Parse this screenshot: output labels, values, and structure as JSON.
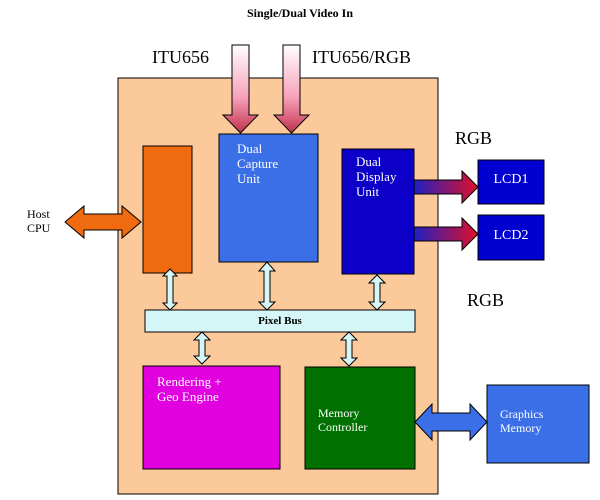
{
  "header": {
    "video_in_label": "Single/Dual Video In"
  },
  "inputs": {
    "left_label": "ITU656",
    "right_label": "ITU656/RGB"
  },
  "host": {
    "label": "Host\nCPU"
  },
  "blocks": {
    "capture": {
      "label": "Dual\nCapture\nUnit",
      "color": "#3b6fe8"
    },
    "display": {
      "label": "Dual\nDisplay\nUnit",
      "color": "#0c00c8"
    },
    "bus": {
      "label": "Pixel Bus",
      "color": "#d6f7f7"
    },
    "render": {
      "label": "Rendering +\nGeo Engine",
      "color": "#e000e0"
    },
    "memory": {
      "label": "Memory\nController",
      "color": "#007000"
    },
    "cpu_if": {
      "color": "#f06a10"
    },
    "chip": {
      "color": "#fcc99b"
    }
  },
  "outputs": {
    "rgb_top_label": "RGB",
    "rgb_bottom_label": "RGB",
    "lcd1": {
      "label": "LCD1",
      "color": "#0000d0"
    },
    "lcd2": {
      "label": "LCD2",
      "color": "#0000d0"
    }
  },
  "graphics_memory": {
    "label": "Graphics\nMemory",
    "color": "#3b6fe8"
  }
}
